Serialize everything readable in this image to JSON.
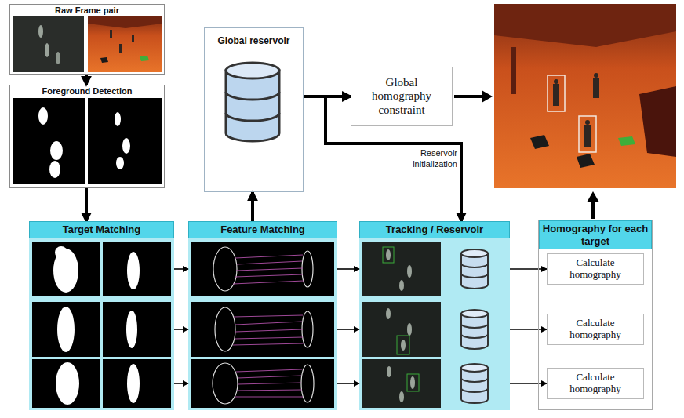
{
  "diagram": {
    "nodes": [
      {
        "text": [
          "Raw Frame pair"
        ]
      },
      {
        "text": [
          "Foreground Detection"
        ]
      },
      {
        "text": [
          "Global reservoir"
        ]
      },
      {
        "text": [
          "Global homography constraint"
        ]
      },
      {
        "text": [
          "Target Matching"
        ]
      },
      {
        "text": [
          "Feature Matching"
        ]
      },
      {
        "text": [
          "Tracking / Reservoir"
        ]
      },
      {
        "text": [
          "Homography for each target"
        ]
      },
      {
        "text": [
          "Calculate homography"
        ],
        "in": 7
      },
      {
        "text": [
          "Calculate homography"
        ],
        "in": 7
      },
      {
        "text": [
          "Calculate homography"
        ],
        "in": 7
      }
    ],
    "edges": [
      {
        "from": 0,
        "to": 1,
        "arrow": "to"
      },
      {
        "from": 1,
        "to": 4,
        "arrow": "to"
      },
      {
        "from": 5,
        "to": 2,
        "arrow": "to"
      },
      {
        "from": 2,
        "to": 3,
        "arrow": "to"
      },
      {
        "from": 2,
        "to": 6,
        "label": "Reservoir initialization",
        "arrow": "to"
      },
      {
        "from": 4,
        "to": 5,
        "arrow": "to"
      },
      {
        "from": 4,
        "to": 5,
        "arrow": "to"
      },
      {
        "from": 4,
        "to": 5,
        "arrow": "to"
      },
      {
        "from": 5,
        "to": 6,
        "arrow": "to"
      },
      {
        "from": 5,
        "to": 6,
        "arrow": "to"
      },
      {
        "from": 5,
        "to": 6,
        "arrow": "to"
      },
      {
        "from": 6,
        "to": 8,
        "arrow": "to"
      },
      {
        "from": 6,
        "to": 9,
        "arrow": "to"
      },
      {
        "from": 6,
        "to": 10,
        "arrow": "to"
      }
    ]
  }
}
